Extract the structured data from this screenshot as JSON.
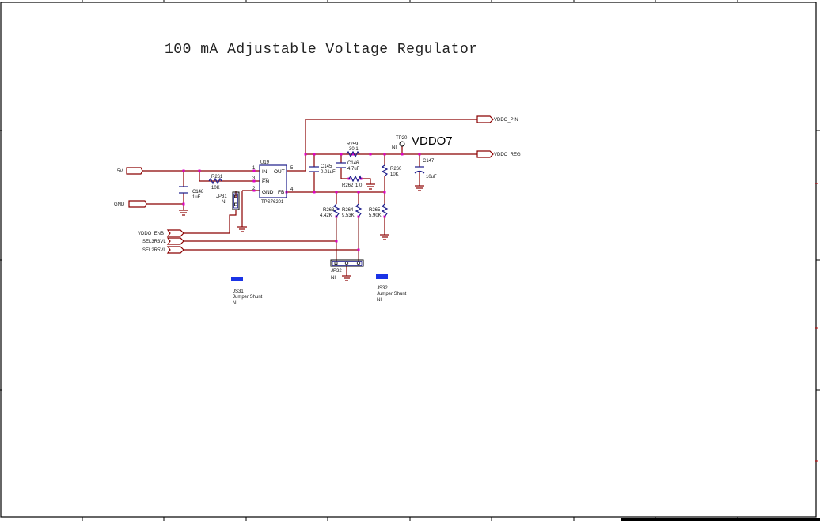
{
  "title": "100 mA Adjustable Voltage Regulator",
  "nets": {
    "v5": "5V",
    "gnd": "GND",
    "vddo_enb": "VDDO_ENB",
    "sel3r3vl": "SEL3R3VL",
    "sel2r5vl": "SEL2R5VL",
    "vddo_pin": "VDDO_PIN",
    "vddo_reg": "VDDO_REG"
  },
  "big_label": "VDDO7",
  "u19": {
    "ref": "U19",
    "part": "TPS76201",
    "pin_in": "IN",
    "pin_out": "OUT",
    "pin_en": "EN",
    "pin_gnd": "GND",
    "pin_fb": "FB",
    "n1": "1",
    "n2": "2",
    "n3": "3",
    "n4": "4",
    "n5": "5"
  },
  "components": {
    "r261": {
      "ref": "R261",
      "value": "10K"
    },
    "c148": {
      "ref": "C148",
      "value": "1uF"
    },
    "jp31": {
      "ref": "JP31",
      "ni": "NI"
    },
    "c145": {
      "ref": "C145",
      "value": "0.01uF"
    },
    "c146": {
      "ref": "C146",
      "value": "4.7uF"
    },
    "r259": {
      "ref": "R259",
      "value": "30.1"
    },
    "r262": {
      "ref": "R262",
      "value": "1.0"
    },
    "r260": {
      "ref": "R260",
      "value": "10K"
    },
    "c147": {
      "ref": "C147",
      "value": "10uF"
    },
    "tp20": {
      "ref": "TP20",
      "ni": "NI"
    },
    "r263": {
      "ref": "R263",
      "value": "4.42K"
    },
    "r264": {
      "ref": "R264",
      "value": "9.53K"
    },
    "r265": {
      "ref": "R265",
      "value": "5.90K"
    },
    "jp32": {
      "ref": "JP32",
      "ni": "NI"
    },
    "js31": {
      "ref": "JS31",
      "desc": "Jumper Shunt",
      "ni": "NI"
    },
    "js32": {
      "ref": "JS32",
      "desc": "Jumper Shunt",
      "ni": "NI"
    }
  },
  "colors": {
    "wire": "#8b0000",
    "part": "#1b1b8a",
    "junction": "#e000c8",
    "shunt": "#1a33e6"
  }
}
